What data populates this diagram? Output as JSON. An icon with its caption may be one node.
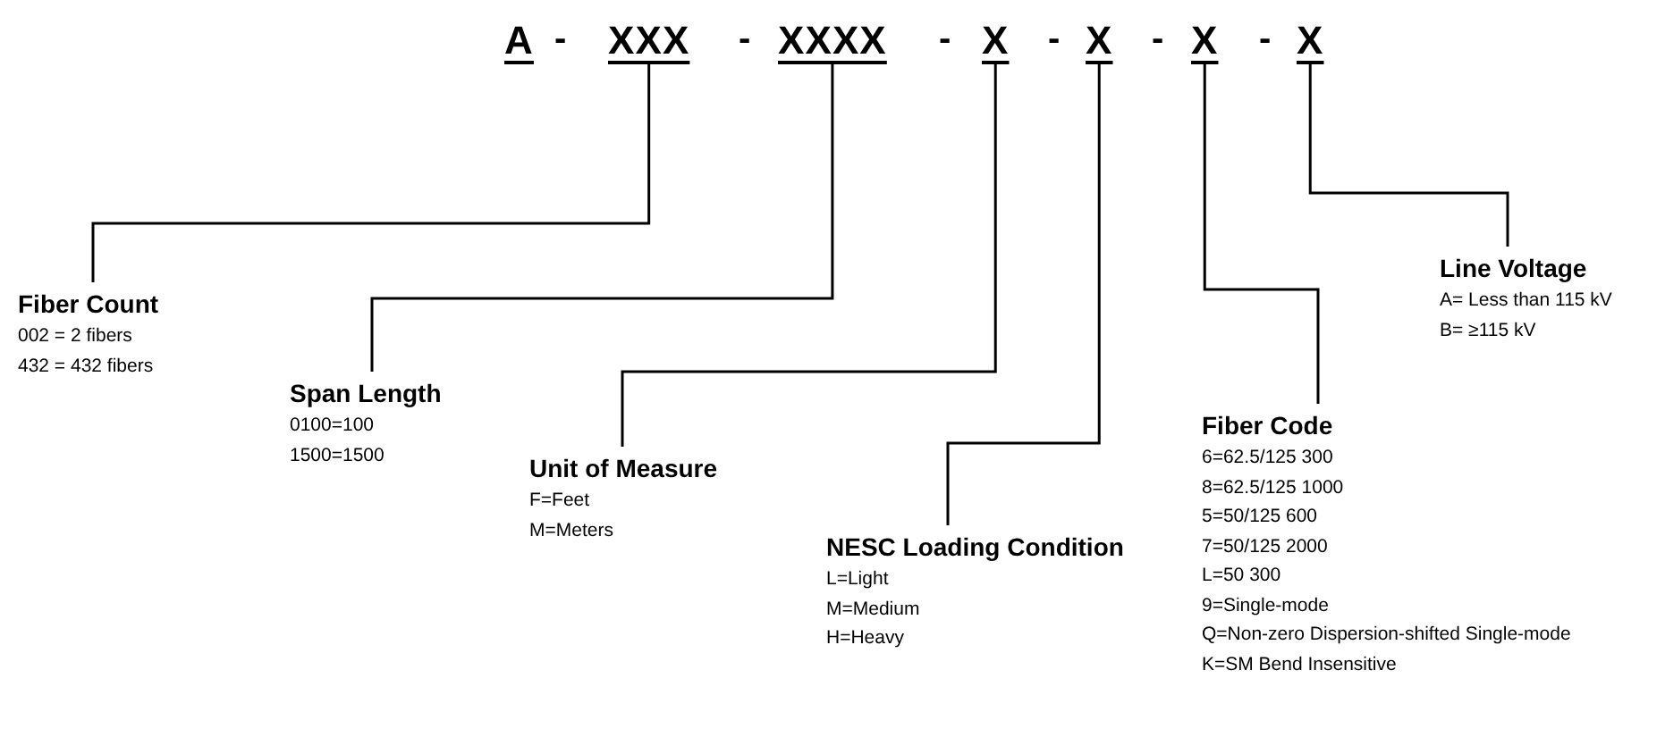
{
  "diagram": {
    "nodes": [
      {
        "text": [
          "A"
        ]
      },
      {
        "text": [
          "XXX"
        ]
      },
      {
        "text": [
          "XXXX"
        ]
      },
      {
        "text": [
          "X"
        ]
      },
      {
        "text": [
          "X"
        ]
      },
      {
        "text": [
          "X"
        ]
      },
      {
        "text": [
          "X"
        ]
      },
      {
        "text": [
          "Fiber Count",
          "002 = 2 fibers",
          "432 = 432 fibers"
        ]
      },
      {
        "text": [
          "Span Length",
          "0100=100",
          "1500=1500"
        ]
      },
      {
        "text": [
          "Unit of Measure",
          "F=Feet",
          "M=Meters"
        ]
      },
      {
        "text": [
          "NESC Loading Condition",
          "L=Light",
          "M=Medium",
          "H=Heavy"
        ]
      },
      {
        "text": [
          "Fiber Code",
          "6=62.5/125 300",
          "8=62.5/125 1000",
          "5=50/125 600",
          "7=50/125 2000",
          "L=50 300",
          "9=Single-mode",
          "Q=Non-zero Dispersion-shifted Single-mode",
          "K=SM Bend Insensitive"
        ]
      },
      {
        "text": [
          "Line Voltage",
          "A= Less than 115 kV",
          "B= ≥115 kV"
        ]
      }
    ],
    "edges": [
      {
        "from": 1,
        "to": 7,
        "arrow": "none"
      },
      {
        "from": 2,
        "to": 8,
        "arrow": "none"
      },
      {
        "from": 3,
        "to": 9,
        "arrow": "none"
      },
      {
        "from": 4,
        "to": 10,
        "arrow": "none"
      },
      {
        "from": 5,
        "to": 11,
        "arrow": "none"
      },
      {
        "from": 6,
        "to": 12,
        "arrow": "none"
      }
    ],
    "labels": [
      "-",
      "-",
      "-",
      "-",
      "-",
      "-"
    ]
  }
}
